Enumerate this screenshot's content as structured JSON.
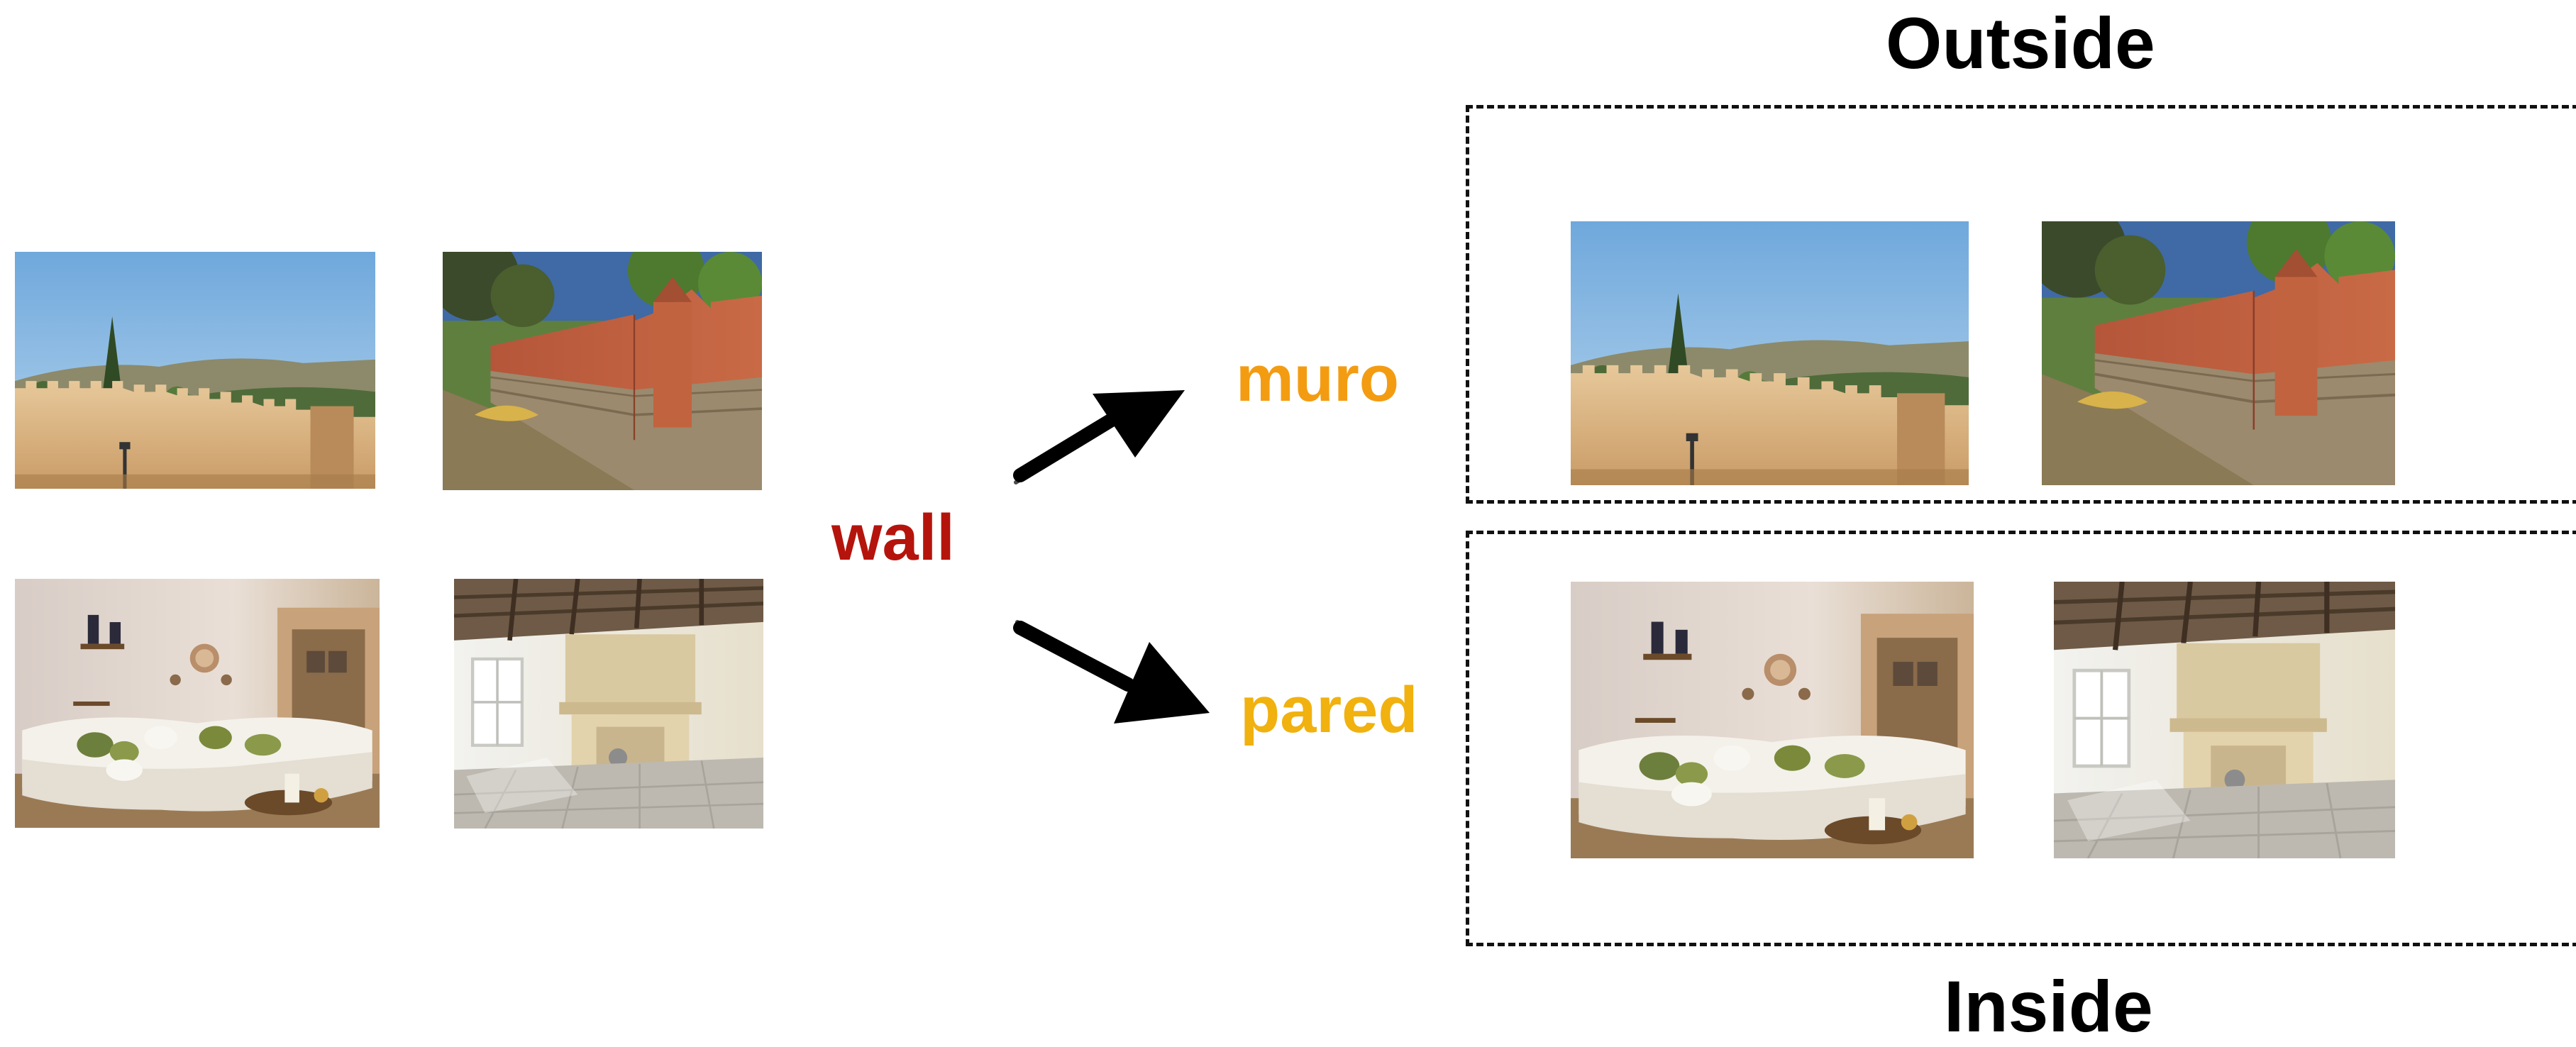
{
  "source_word": {
    "text": "wall",
    "color": "#b5140c"
  },
  "translations": {
    "muro": {
      "text": "muro",
      "color": "#f39c12"
    },
    "pared": {
      "text": "pared",
      "color": "#f1b10e"
    }
  },
  "groups": {
    "outside": {
      "label": "Outside"
    },
    "inside": {
      "label": "Inside"
    }
  },
  "photos": {
    "city_wall": "city-wall-landscape-photo",
    "brick_wall": "brick-garden-wall-photo",
    "living_room": "living-room-sofa-photo",
    "empty_room": "empty-room-fireplace-photo"
  },
  "colors": {
    "arrow": "#000000",
    "box_border": "#111111"
  }
}
